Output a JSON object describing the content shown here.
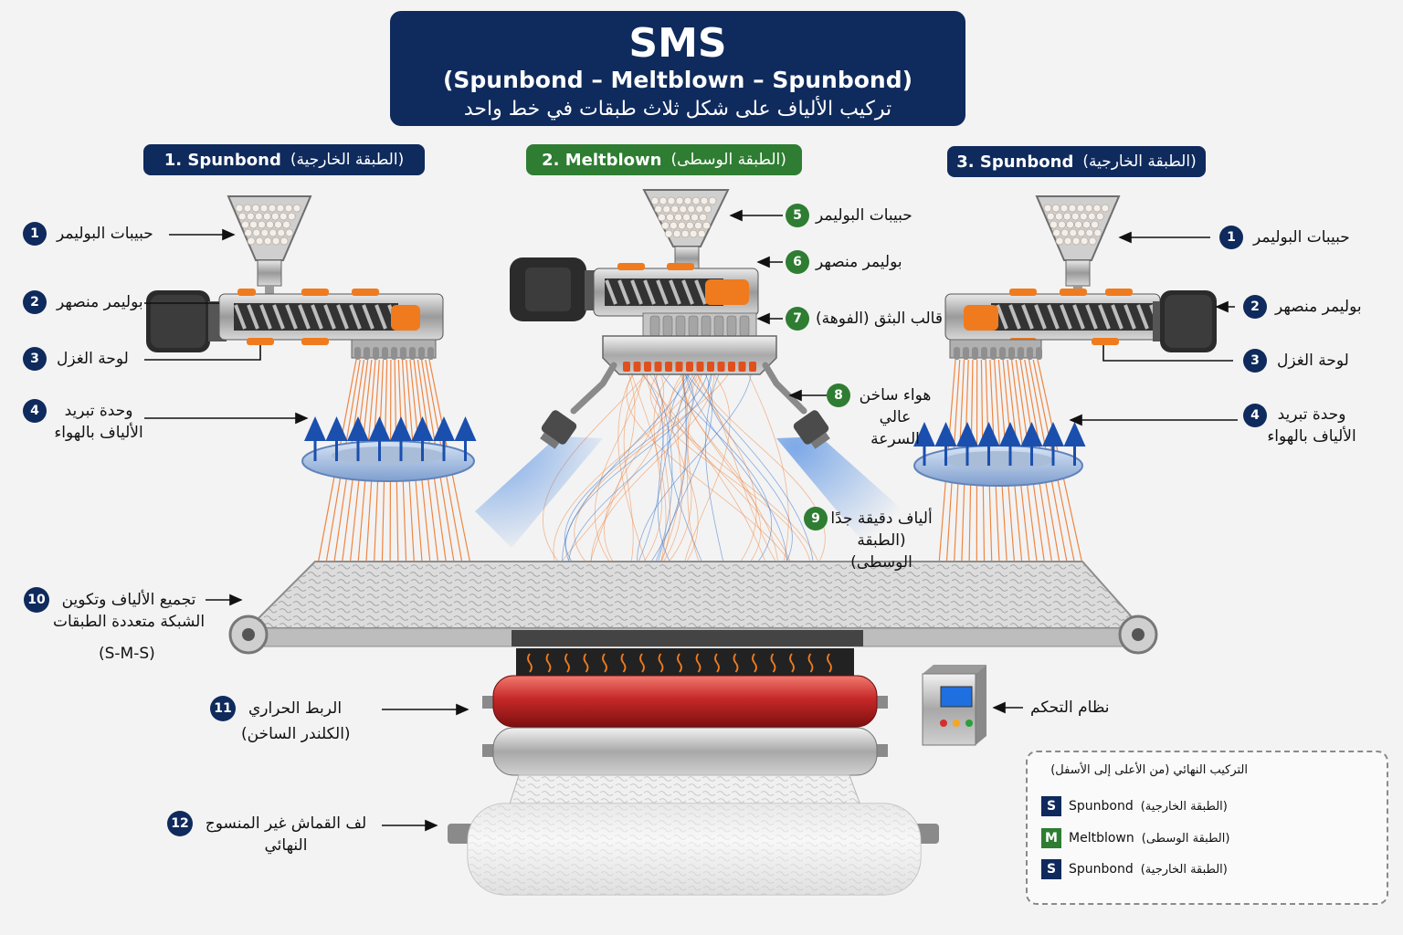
{
  "header": {
    "title": "SMS",
    "subtitle": "(Spunbond – Meltblown – Spunbond)",
    "description": "تركيب الألياف على شكل ثلاث طبقات في خط واحد"
  },
  "sections": [
    {
      "name": "1. Spunbond",
      "note": "(الطبقة الخارجية)",
      "color": "#0f2a5c"
    },
    {
      "name": "2. Meltblown",
      "note": "(الطبقة الوسطى)",
      "color": "#2e7d32"
    },
    {
      "name": "3. Spunbond",
      "note": "(الطبقة الخارجية)",
      "color": "#0f2a5c"
    }
  ],
  "labels": {
    "l1": {
      "num": "1",
      "text": "حبيبات البوليمر"
    },
    "l2": {
      "num": "2",
      "text": "بوليمر منصهر"
    },
    "l3": {
      "num": "3",
      "text": "لوحة الغزل"
    },
    "l4": {
      "num": "4",
      "text": "وحدة تبريد الألياف بالهواء"
    },
    "r1": {
      "num": "1",
      "text": "حبيبات البوليمر"
    },
    "r2": {
      "num": "2",
      "text": "بوليمر منصهر"
    },
    "r3": {
      "num": "3",
      "text": "لوحة الغزل"
    },
    "r4": {
      "num": "4",
      "text": "وحدة تبريد الألياف بالهواء"
    },
    "m5": {
      "num": "5",
      "text": "حبيبات البوليمر"
    },
    "m6": {
      "num": "6",
      "text": "بوليمر منصهر"
    },
    "m7": {
      "num": "7",
      "text": "قالب البثق (الفوهة)"
    },
    "m8": {
      "num": "8",
      "text": "هواء ساخن عالي السرعة"
    },
    "m9": {
      "num": "9",
      "text": "ألياف دقيقة جدًا (الطبقة الوسطى)"
    },
    "l10": {
      "num": "10",
      "text": "تجميع الألياف وتكوين الشبكة متعددة الطبقات",
      "sub": "(S-M-S)"
    },
    "l11": {
      "num": "11",
      "text": "الربط الحراري",
      "sub": "(الكلندر الساخن)"
    },
    "l12": {
      "num": "12",
      "text": "لف القماش غير المنسوج النهائي"
    },
    "control": {
      "text": "نظام التحكم"
    }
  },
  "legend": {
    "title": "التركيب النهائي (من الأعلى إلى الأسفل)",
    "rows": [
      {
        "letter": "S",
        "name": "Spunbond",
        "note": "(الطبقة الخارجية)",
        "color": "#0f2a5c",
        "fabric": "#8eb4e0"
      },
      {
        "letter": "M",
        "name": "Meltblown",
        "note": "(الطبقة الوسطى)",
        "color": "#2e7d32",
        "fabric": "#6cc04a"
      },
      {
        "letter": "S",
        "name": "Spunbond",
        "note": "(الطبقة الخارجية)",
        "color": "#0f2a5c",
        "fabric": "#8eb4e0"
      }
    ]
  },
  "colors": {
    "navy": "#0f2a5c",
    "green": "#2e7d32",
    "fiber": "#ef7a2e",
    "air": "#1e63c8",
    "roller_red": "#c62828"
  }
}
